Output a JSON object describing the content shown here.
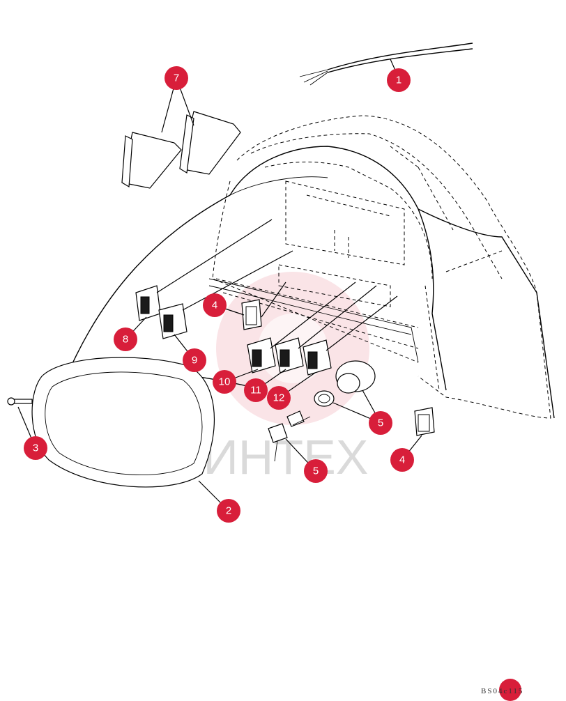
{
  "diagram": {
    "callouts": [
      {
        "id": "c1",
        "label": "1"
      },
      {
        "id": "c7",
        "label": "7"
      },
      {
        "id": "c3",
        "label": "3"
      },
      {
        "id": "c2",
        "label": "2"
      },
      {
        "id": "c8",
        "label": "8"
      },
      {
        "id": "c9",
        "label": "9"
      },
      {
        "id": "c4a",
        "label": "4"
      },
      {
        "id": "c10",
        "label": "10"
      },
      {
        "id": "c11",
        "label": "11"
      },
      {
        "id": "c12",
        "label": "12"
      },
      {
        "id": "c5a",
        "label": "5"
      },
      {
        "id": "c5b",
        "label": "5"
      },
      {
        "id": "c4b",
        "label": "4"
      }
    ],
    "watermark_text": "ИНТЕХ",
    "drawing_code": "BS04c115",
    "accent_color": "#d81e3a"
  }
}
